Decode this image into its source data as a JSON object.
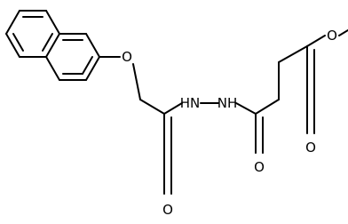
{
  "structure": {
    "atoms": [
      {
        "id": "O_ether",
        "label": "O"
      },
      {
        "id": "N_left",
        "label": "HN"
      },
      {
        "id": "N_right",
        "label": "NH"
      },
      {
        "id": "O_amide_left",
        "label": "O"
      },
      {
        "id": "O_amide_right",
        "label": "O"
      },
      {
        "id": "O_ester_single",
        "label": "O"
      },
      {
        "id": "O_ester_double",
        "label": "O"
      }
    ]
  }
}
